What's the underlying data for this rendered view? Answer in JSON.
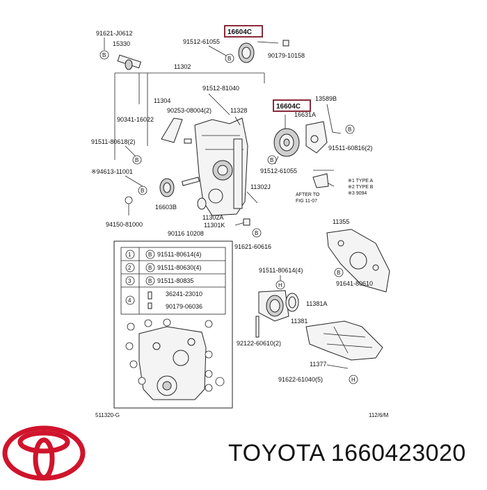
{
  "diagram": {
    "highlighted_part": "16604C",
    "labels": {
      "p91621_j0612": "91621-J0612",
      "p15330": "15330",
      "p16604c_top": "16604C",
      "p91512_61055_top": "91512-61055",
      "p90179_10158": "90179-10158",
      "p11302": "11302",
      "p91512_81040": "91512-81040",
      "p11304": "11304",
      "p90253_08004": "90253-08004(2)",
      "p11328": "11328",
      "p16604c_mid": "16604C",
      "p13589b": "13589B",
      "p16631a": "16631A",
      "p90341_16022": "90341-16022",
      "p91511_80618": "91511-80618(2)",
      "p91511_60816": "91511-60816(2)",
      "p91512_61055_mid": "91512-61055",
      "p94613_11001": "※94613-11001",
      "p11302j": "11302J",
      "p16603b": "16603B",
      "p11302a": "11302A",
      "p94150_81000": "94150-81000",
      "p90116_10208": "90116 10208",
      "p11301k": "11301K",
      "p91621_60616": "91621-60616",
      "p11355": "11355",
      "p91511_80614_r": "91511-80614(4)",
      "p91641_80610": "91641-80610",
      "p11381a": "11381A",
      "p11381": "11381",
      "p92122_60610": "92122-60610(2)",
      "p11377": "11377",
      "p91622_61040": "91622-61040(5)",
      "note1": "※1 TYPE A",
      "note2": "※2 TYPE B",
      "note3": "※3 9094",
      "after_to": "AFTER TO",
      "fig_ref": "FIG 11-07",
      "diagram_code": "511320-G",
      "page_code": "112/6/M"
    },
    "legend": [
      {
        "num": "1",
        "letter": "B",
        "part": "91511-80614(4)"
      },
      {
        "num": "2",
        "letter": "B",
        "part": "91511-80630(4)"
      },
      {
        "num": "3",
        "letter": "B",
        "part": "91511-80835"
      },
      {
        "num": "4",
        "letter": "",
        "part": "36241-23010"
      },
      {
        "num": "",
        "letter": "",
        "part": "90179-06036"
      }
    ],
    "callouts": [
      "B",
      "B",
      "B",
      "B",
      "B",
      "B",
      "B",
      "B",
      "H"
    ],
    "number_tag": "4",
    "brand": "TOYOTA",
    "part_number": "1660423020"
  },
  "colors": {
    "highlight_box": "#8a2a3a",
    "logo_red": "#d0142c",
    "line": "#222222"
  }
}
